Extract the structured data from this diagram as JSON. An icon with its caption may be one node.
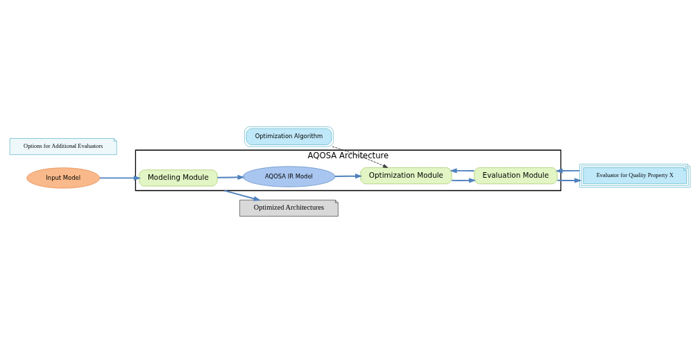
{
  "diagram": {
    "nodes": [
      {
        "text": [
          "AQOSA Architecture"
        ]
      },
      {
        "text": [
          "Input Model"
        ]
      },
      {
        "text": [
          "Modeling Module"
        ],
        "in": 0
      },
      {
        "text": [
          "Optimized Architectures"
        ]
      },
      {
        "text": [
          "AQOSA IR Model"
        ],
        "in": 0
      },
      {
        "text": [
          "Optimization Module"
        ],
        "in": 0
      },
      {
        "text": [
          "Optimization Algorithm"
        ]
      },
      {
        "text": [
          "Options for Additional Evaluators"
        ]
      },
      {
        "text": [
          "Evaluator for Quality Property X"
        ]
      },
      {
        "text": [
          "Evaluation Module"
        ],
        "in": 0
      }
    ],
    "edges": [
      {
        "from": 1,
        "to": 2,
        "arrow": "to"
      },
      {
        "from": 0,
        "to": 3,
        "arrow": "to"
      },
      {
        "from": 2,
        "to": 4,
        "arrow": "to"
      },
      {
        "from": 4,
        "to": 5,
        "arrow": "to"
      },
      {
        "from": 6,
        "to": 5,
        "arrow": "to",
        "style": "dashed",
        "color": "#404040"
      },
      {
        "from": 5,
        "to": 9,
        "arrow": "to"
      },
      {
        "from": 9,
        "to": 5,
        "arrow": "to"
      },
      {
        "from": 9,
        "to": 8,
        "arrow": "to"
      },
      {
        "from": 8,
        "to": 9,
        "arrow": "to"
      }
    ]
  }
}
